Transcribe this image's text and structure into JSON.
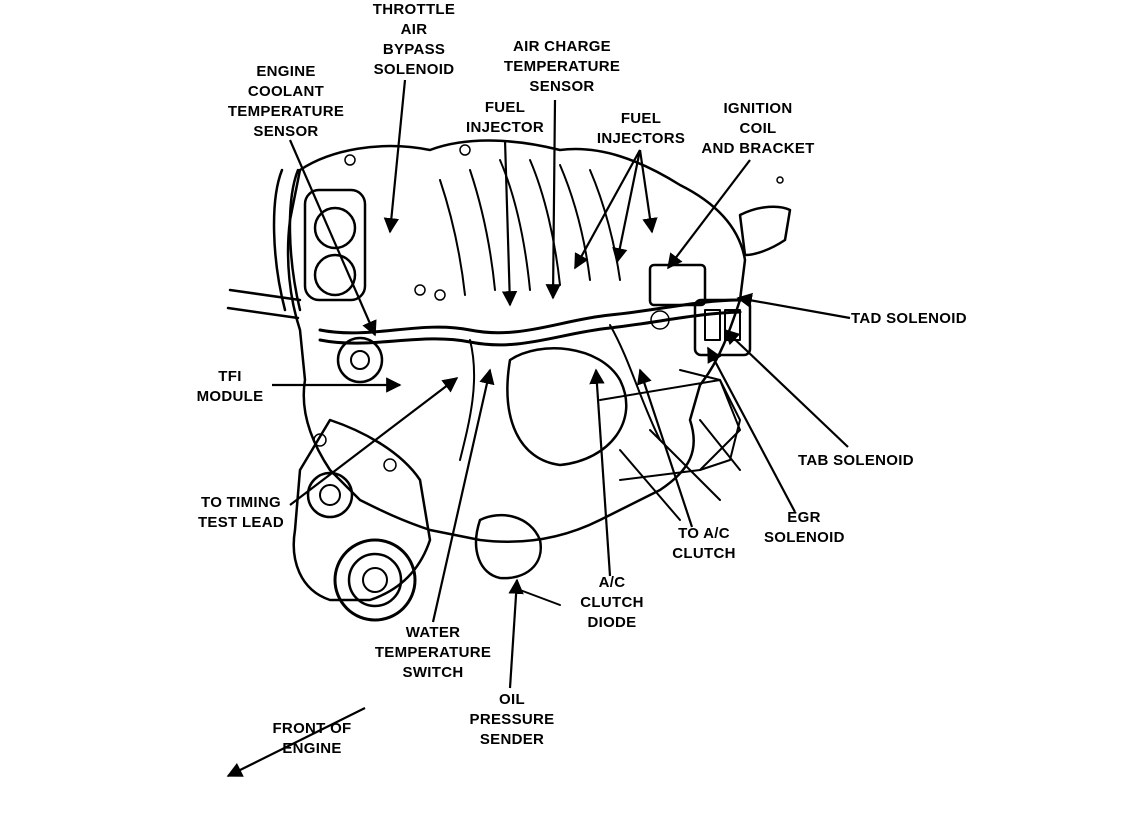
{
  "labels": {
    "throttle_air_bypass_solenoid": [
      "THROTTLE",
      "AIR",
      "BYPASS",
      "SOLENOID"
    ],
    "air_charge_temperature_sensor": [
      "AIR CHARGE",
      "TEMPERATURE",
      "SENSOR"
    ],
    "engine_coolant_temperature_sensor": [
      "ENGINE",
      "COOLANT",
      "TEMPERATURE",
      "SENSOR"
    ],
    "fuel_injector": [
      "FUEL",
      "INJECTOR"
    ],
    "fuel_injectors": [
      "FUEL",
      "INJECTORS"
    ],
    "ignition_coil_and_bracket": [
      "IGNITION",
      "COIL",
      "AND BRACKET"
    ],
    "tad_solenoid": [
      "TAD SOLENOID"
    ],
    "tfi_module": [
      "TFI",
      "MODULE"
    ],
    "tab_solenoid": [
      "TAB SOLENOID"
    ],
    "to_timing_test_lead": [
      "TO TIMING",
      "TEST LEAD"
    ],
    "egr_solenoid": [
      "EGR",
      "SOLENOID"
    ],
    "to_ac_clutch": [
      "TO A/C",
      "CLUTCH"
    ],
    "ac_clutch_diode": [
      "A/C",
      "CLUTCH",
      "DIODE"
    ],
    "water_temperature_switch": [
      "WATER",
      "TEMPERATURE",
      "SWITCH"
    ],
    "oil_pressure_sender": [
      "OIL",
      "PRESSURE",
      "SENDER"
    ],
    "front_of_engine": [
      "FRONT OF",
      "ENGINE"
    ]
  },
  "colors": {
    "ink": "#000000",
    "background": "#ffffff"
  }
}
